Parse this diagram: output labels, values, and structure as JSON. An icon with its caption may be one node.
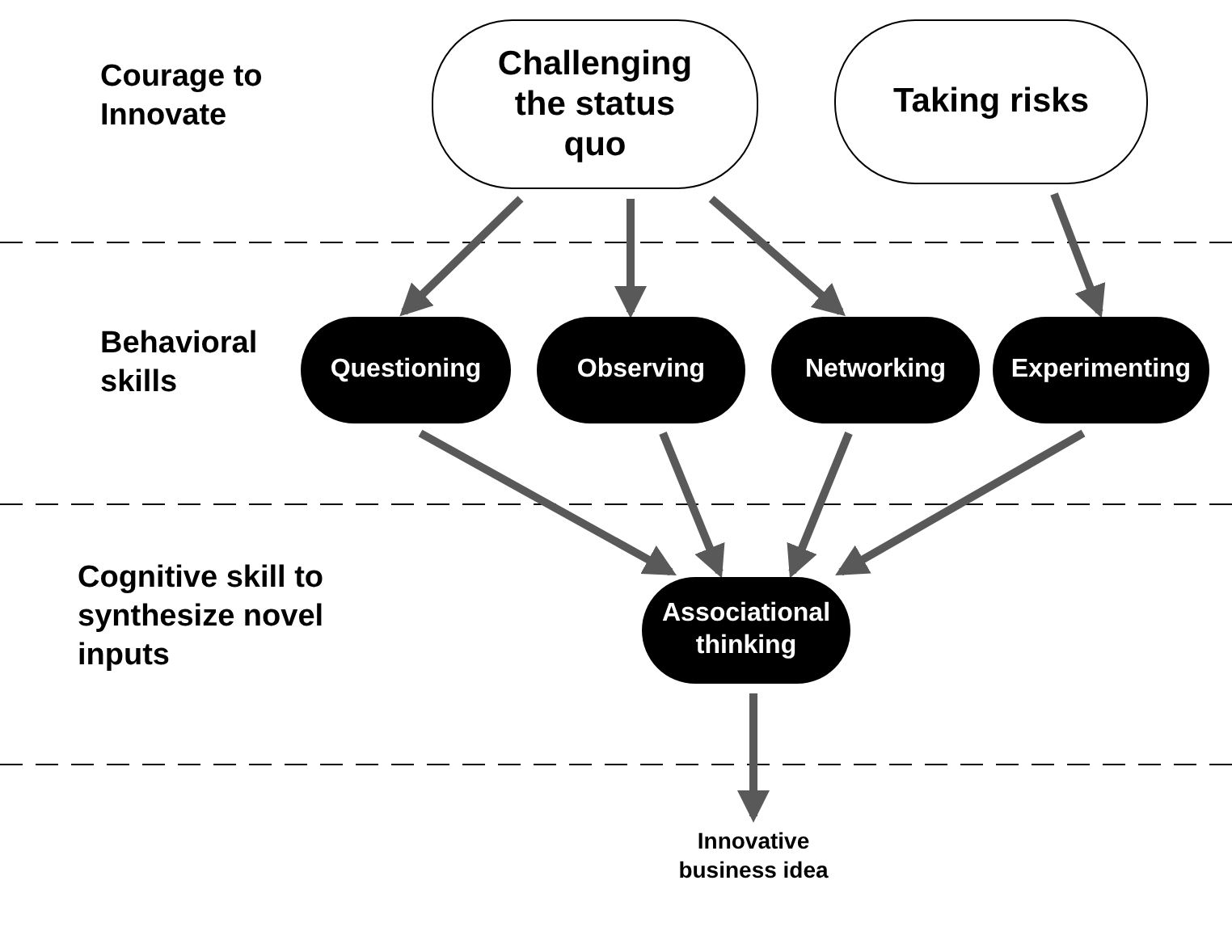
{
  "diagram": {
    "nodes": [
      {
        "text": [
          "Challenging the status quo"
        ]
      },
      {
        "text": [
          "Taking risks"
        ]
      },
      {
        "text": [
          "Questioning"
        ]
      },
      {
        "text": [
          "Observing"
        ]
      },
      {
        "text": [
          "Networking"
        ]
      },
      {
        "text": [
          "Experimenting"
        ]
      },
      {
        "text": [
          "Associational thinking"
        ]
      },
      {
        "text": [
          "Innovative business idea"
        ]
      }
    ],
    "edges": [
      {
        "from": 0,
        "to": 2,
        "arrow": "to"
      },
      {
        "from": 0,
        "to": 3,
        "arrow": "to"
      },
      {
        "from": 0,
        "to": 4,
        "arrow": "to"
      },
      {
        "from": 1,
        "to": 5,
        "arrow": "to"
      },
      {
        "from": 2,
        "to": 6,
        "arrow": "to"
      },
      {
        "from": 3,
        "to": 6,
        "arrow": "to"
      },
      {
        "from": 4,
        "to": 6,
        "arrow": "to"
      },
      {
        "from": 5,
        "to": 6,
        "arrow": "to"
      },
      {
        "from": 6,
        "to": 7,
        "arrow": "to"
      }
    ],
    "labels": [
      "Courage to Innovate",
      "Behavioral skills",
      "Cognitive skill to synthesize novel inputs"
    ]
  }
}
